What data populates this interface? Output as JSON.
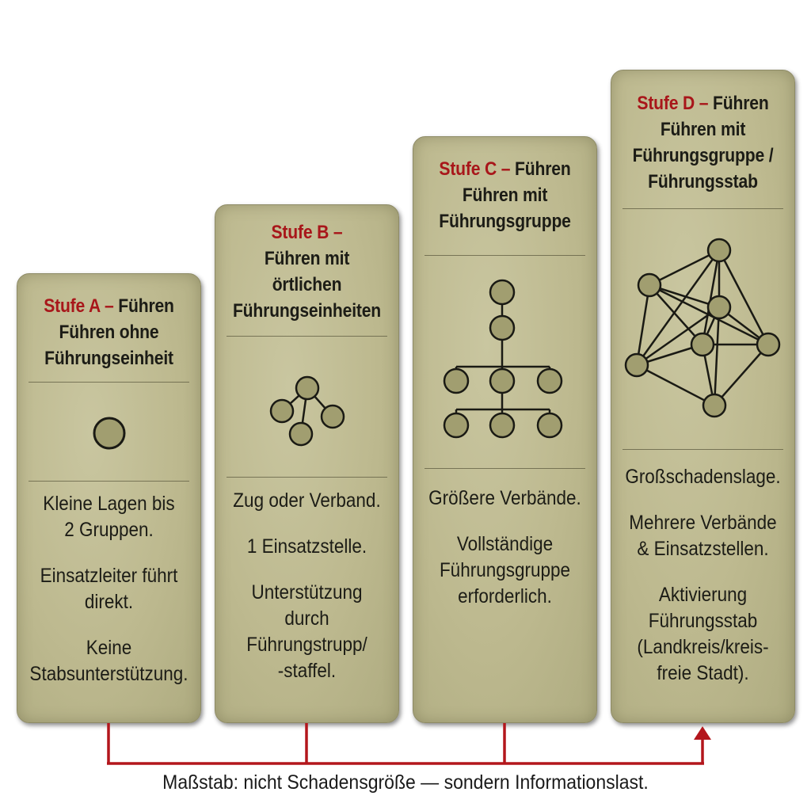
{
  "cards": [
    {
      "id": "a",
      "stufe": "Stufe A –",
      "title_lines": [
        "Führen",
        "Führen ohne",
        "Führungseinheit"
      ],
      "icon": "single-node-icon",
      "paragraphs": [
        [
          "Kleine Lagen bis",
          "2 Gruppen."
        ],
        [
          "Einsatzleiter führt",
          "direkt."
        ],
        [
          "Keine",
          "Stabsunterstützung."
        ]
      ]
    },
    {
      "id": "b",
      "stufe": "Stufe B –",
      "title_lines": [
        "Führen mit",
        "örtlichen",
        "Führungseinheiten"
      ],
      "icon": "small-network-icon",
      "paragraphs": [
        [
          "Zug oder Verband."
        ],
        [
          "1 Einsatzstelle."
        ],
        [
          "Unterstützung",
          "durch",
          "Führungstrupp/",
          "-staffel."
        ]
      ]
    },
    {
      "id": "c",
      "stufe": "Stufe C –",
      "title_lines": [
        "Führen",
        "Führen mit",
        "Führungsgruppe"
      ],
      "icon": "hierarchy-tree-icon",
      "paragraphs": [
        [
          "Größere Verbände."
        ],
        [
          "Vollständige",
          "Führungsgruppe",
          "erforderlich."
        ]
      ]
    },
    {
      "id": "d",
      "stufe": "Stufe D –",
      "title_lines": [
        "Führen",
        "Führen mit",
        "Führungsgruppe /",
        "Führungsstab"
      ],
      "icon": "mesh-network-icon",
      "paragraphs": [
        [
          "Großschadenslage."
        ],
        [
          "Mehrere Verbände",
          "& Einsatzstellen."
        ],
        [
          "Aktivierung",
          "Führungsstab",
          "(Landkreis/kreis-",
          "freie Stadt)."
        ]
      ]
    }
  ],
  "caption": "Maßstab: nicht Schadensgröße — sondern Informationslast.",
  "colors": {
    "stufe_red": "#a8161a",
    "connector_red": "#b3161c",
    "node_fill": "#a19e70",
    "node_stroke": "#1a1a14"
  }
}
